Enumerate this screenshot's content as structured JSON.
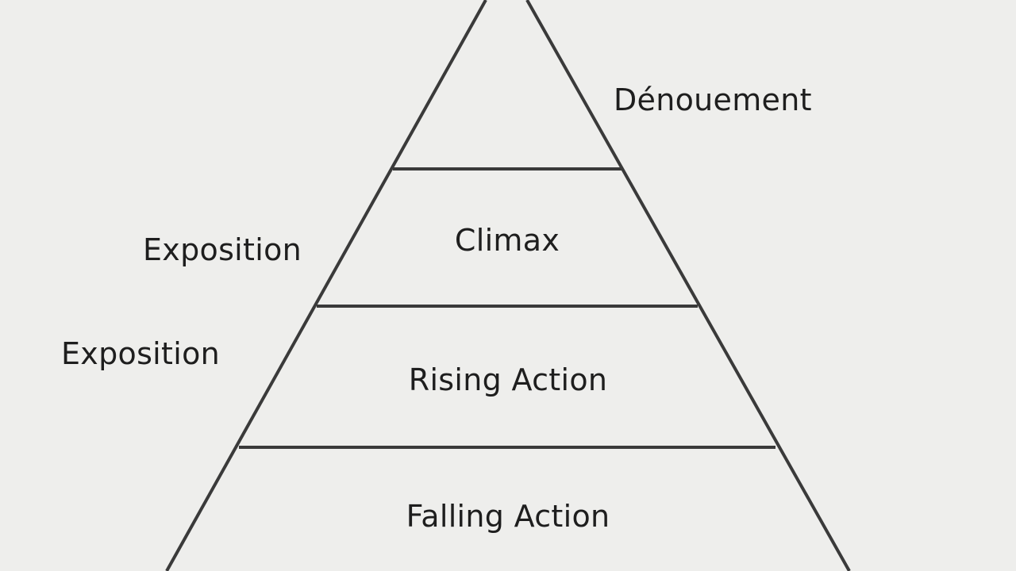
{
  "diagram": {
    "type": "pyramid",
    "tiers": [
      {
        "label": ""
      },
      {
        "label": "Climax"
      },
      {
        "label": "Rising Action"
      },
      {
        "label": "Falling Action"
      }
    ],
    "side_labels": {
      "top_right": "Dénouement",
      "left_upper": "Exposition",
      "left_lower": "Exposition"
    },
    "colors": {
      "background": "#eeeeec",
      "line": "#3a3a3a",
      "text": "#1e1e1e"
    }
  }
}
